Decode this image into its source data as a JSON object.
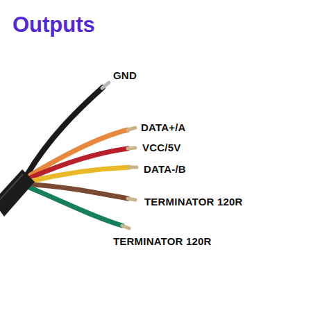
{
  "diagram": {
    "title": "Outputs",
    "labels": [
      "GND",
      "DATA+/A",
      "VCC/5V",
      "DATA-/B",
      "TERMINATOR 120R",
      "TERMINATOR 120R"
    ]
  }
}
